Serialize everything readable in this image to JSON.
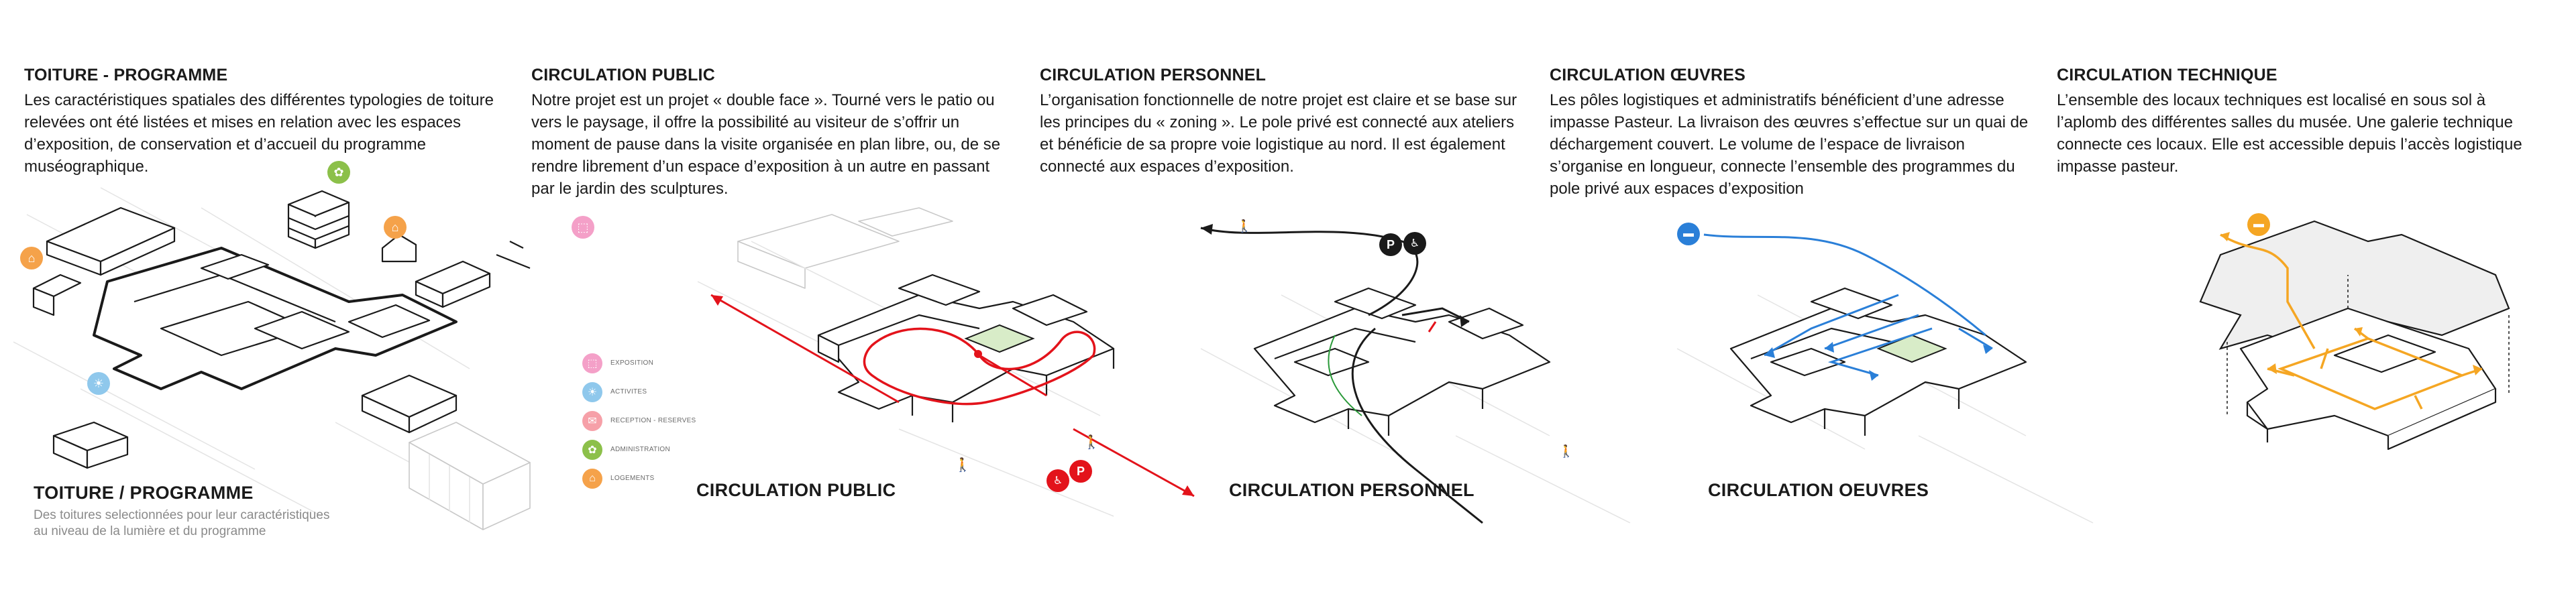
{
  "colors": {
    "exposition": "#f4a0c8",
    "activites": "#8fc8ec",
    "reception": "#f6a0a8",
    "administration": "#8cc04a",
    "logements": "#f5a24a",
    "public": "#e3131b",
    "oeuvres": "#2a7fd8",
    "technique": "#f5a623",
    "administration_zone": "#b6e27a"
  },
  "sections": [
    {
      "title": "TOITURE - PROGRAMME",
      "text": "Les caractéristiques spatiales des différentes typologies de toiture relevées ont été listées et mises en relation avec les espaces d’exposition, de conservation et d’accueil du programme muséographique."
    },
    {
      "title": "CIRCULATION PUBLIC",
      "text": "Notre projet est un projet « double face ». Tourné vers le patio ou vers le paysage, il offre la possibilité au visiteur de s’offrir un moment de pause dans la visite organisée en plan libre, ou, de se rendre librement d’un espace d’exposition à un autre en passant par le jardin des sculptures."
    },
    {
      "title": "CIRCULATION PERSONNEL",
      "text": "L’organisation fonctionnelle de notre projet est claire et se base sur les principes du « zoning ». Le pole privé est connecté aux ateliers et bénéficie de sa propre voie logistique au nord. Il est également connecté aux espaces d’exposition."
    },
    {
      "title": "CIRCULATION ŒUVRES",
      "text": "Les pôles logistiques et administratifs bénéficient d’une adresse impasse Pasteur. La livraison des œuvres s’effectue sur un quai de déchargement couvert. Le volume de l’espace de livraison s’organise en longueur, connecte l’ensemble des programmes du pole privé aux espaces d’exposition"
    },
    {
      "title": "CIRCULATION TECHNIQUE",
      "text": "L’ensemble des locaux techniques est localisé en sous sol à l’aplomb des différentes salles du musée. Une galerie technique connecte ces locaux. Elle est accessible depuis l’accès logistique impasse pasteur."
    }
  ],
  "captions": {
    "toiture": "TOITURE / PROGRAMME",
    "toiture_sub_line1": "Des toitures selectionnées pour leur caractéristiques",
    "toiture_sub_line2": "au niveau de la lumière et du programme",
    "public": "CIRCULATION PUBLIC",
    "personnel": "CIRCULATION PERSONNEL",
    "oeuvres": "CIRCULATION OEUVRES"
  },
  "legend": [
    {
      "label": "EXPOSITION",
      "color": "#f4a0c8",
      "icon": "exposition-icon"
    },
    {
      "label": "ACTIVITES",
      "color": "#8fc8ec",
      "icon": "activites-icon"
    },
    {
      "label": "RECEPTION - RESERVES",
      "color": "#f6a0a8",
      "icon": "reception-icon"
    },
    {
      "label": "ADMINISTRATION",
      "color": "#8cc04a",
      "icon": "administration-icon"
    },
    {
      "label": "LOGEMENTS",
      "color": "#f5a24a",
      "icon": "logements-icon"
    }
  ],
  "map_badges": {
    "parking": "P",
    "accessibility": "♿",
    "walkers": "🚶"
  }
}
